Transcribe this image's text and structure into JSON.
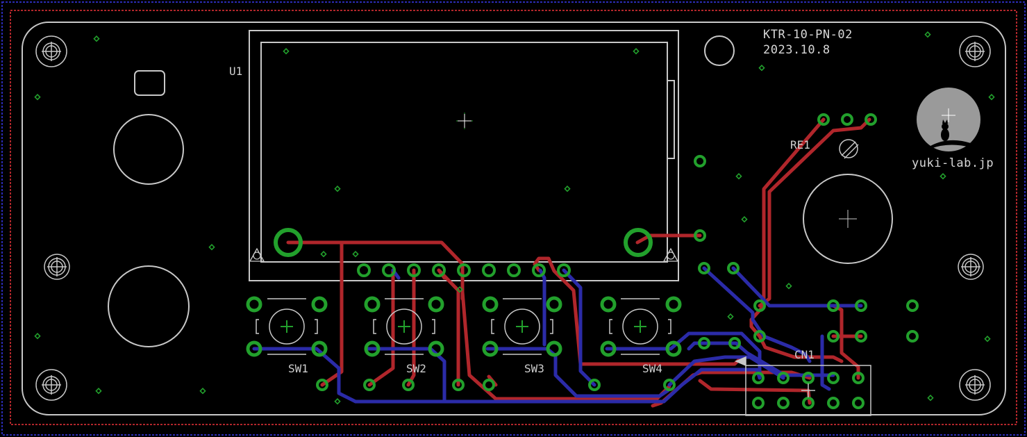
{
  "board": {
    "part_number": "KTR-10-PN-02",
    "date": "2023.10.8",
    "logo_text": "yuki-lab.jp"
  },
  "components": {
    "u1": "U1",
    "re1": "RE1",
    "cn1": "CN1",
    "sw1": "SW1",
    "sw2": "SW2",
    "sw3": "SW3",
    "sw4": "SW4"
  },
  "colors": {
    "background": "#000000",
    "top_copper": "#b0262b",
    "bottom_copper": "#2b2ba8",
    "pads": "#22a02c",
    "silkscreen": "#cfcfcf",
    "outline_top": "#b0262b",
    "outline_bottom": "#2b2bb4"
  },
  "icons": {
    "mounting_hole": "mounting-hole-icon",
    "logo": "cat-on-moon-logo-icon"
  }
}
